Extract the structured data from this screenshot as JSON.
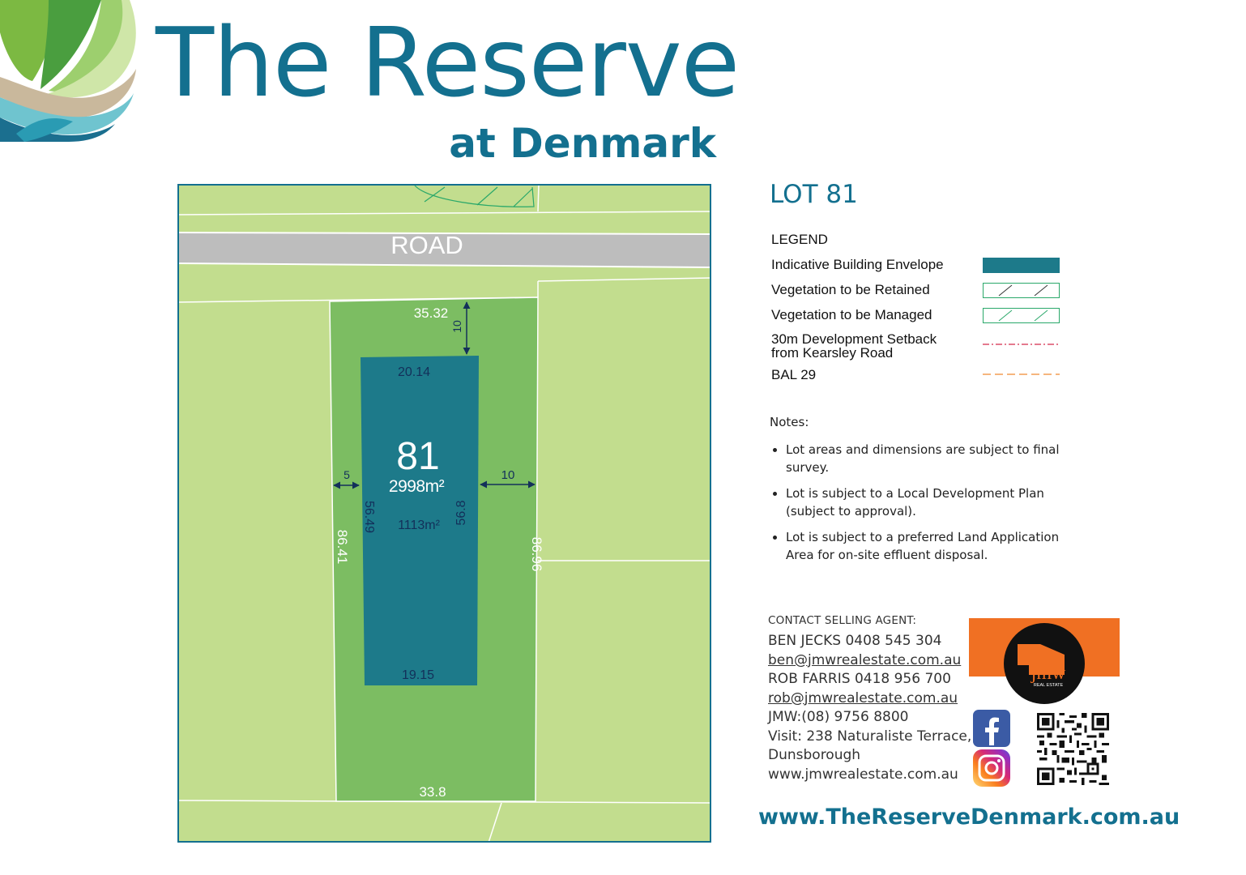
{
  "brand": {
    "title": "The Reserve",
    "subtitle": "at Denmark"
  },
  "plan": {
    "road_label": "ROAD",
    "lot_number": "81",
    "lot_area": "2998m²",
    "envelope_area": "1113m²",
    "dimensions": {
      "lot_top": "35.32",
      "lot_bottom": "33.8",
      "lot_left": "86.41",
      "lot_right": "86.96",
      "envelope_top": "20.14",
      "envelope_bottom": "19.15",
      "envelope_left": "56.49",
      "envelope_right": "56.8",
      "setback_front": "10",
      "setback_left": "5",
      "setback_right": "10"
    },
    "colors": {
      "surrounding": "#c2dd8e",
      "lot": "#7cbd62",
      "envelope": "#1d7a8a",
      "road": "#bdbdbd",
      "border": "#13708f"
    }
  },
  "lot_title": "LOT 81",
  "legend": {
    "title": "LEGEND",
    "items": [
      {
        "label": "Indicative Building Envelope",
        "type": "filled",
        "color": "#1d7a8a"
      },
      {
        "label": "Vegetation to be Retained",
        "type": "hatch",
        "color": "#2aa86a"
      },
      {
        "label": "Vegetation to be Managed",
        "type": "hatch",
        "color": "#2aa86a"
      },
      {
        "label_lines": [
          "30m Development Setback",
          "from Kearsley Road"
        ],
        "type": "dash-dot",
        "color": "#d42a4a"
      },
      {
        "label": "BAL 29",
        "type": "dashed",
        "color": "#f08a30"
      }
    ]
  },
  "notes": {
    "title": "Notes:",
    "items": [
      "Lot areas and dimensions are subject to final survey.",
      "Lot is subject to a Local Development Plan (subject to approval).",
      "Lot is subject to a preferred Land Application Area for on-site effluent disposal."
    ]
  },
  "contact": {
    "heading": "CONTACT SELLING AGENT:",
    "agent1": "BEN JECKS  0408 545 304",
    "email1": "ben@jmwrealestate.com.au",
    "agent2": "ROB FARRIS  0418 956 700",
    "email2": "rob@jmwrealestate.com.au",
    "office": "JMW:(08) 9756 8800",
    "visit1": "Visit: 238 Naturaliste Terrace,",
    "visit2": "Dunsborough",
    "web": "www.jmwrealestate.com.au"
  },
  "agency_logo": {
    "text": "jmw",
    "subtext": "REAL ESTATE",
    "bg_color": "#f07023"
  },
  "icons": {
    "facebook": "facebook-icon",
    "instagram": "instagram-icon",
    "qr": "qr-code-icon"
  },
  "website": "www.TheReserveDenmark.com.au"
}
